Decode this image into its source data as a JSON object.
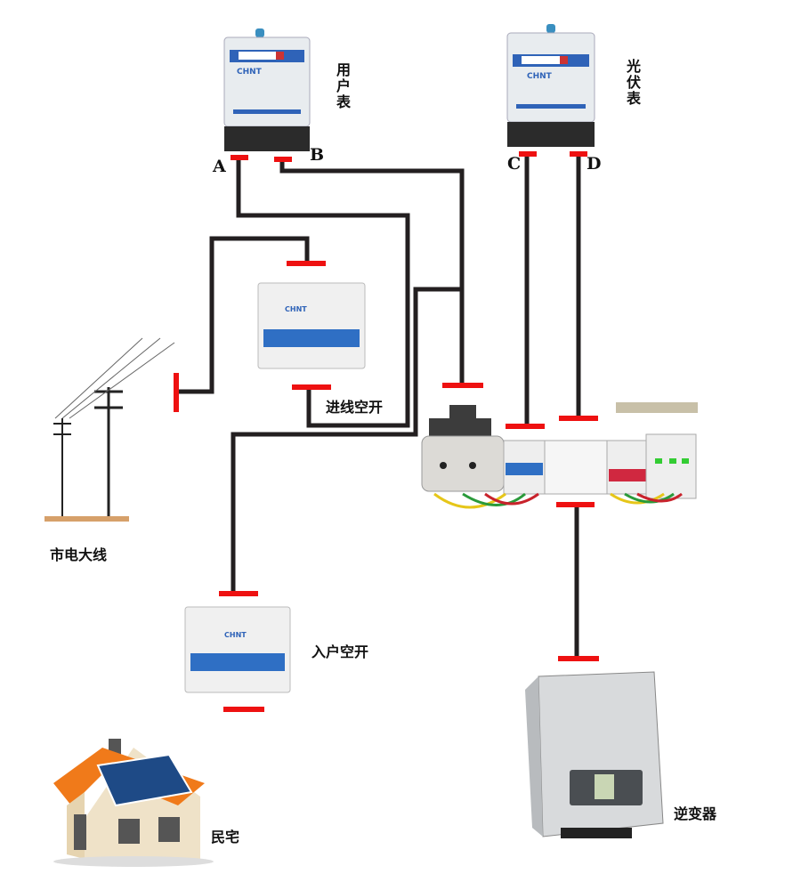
{
  "labels": {
    "user_meter": "用户表",
    "pv_meter": "光伏表",
    "incoming_breaker": "进线空开",
    "grid_line": "市电大线",
    "home_breaker": "入户空开",
    "house": "民宅",
    "inverter": "逆变器"
  },
  "terminals": {
    "a": "A",
    "b": "B",
    "c": "C",
    "d": "D"
  },
  "colors": {
    "wire": "#231f20",
    "terminal_bar": "#ee1111"
  },
  "meter_brand": "CHNT"
}
